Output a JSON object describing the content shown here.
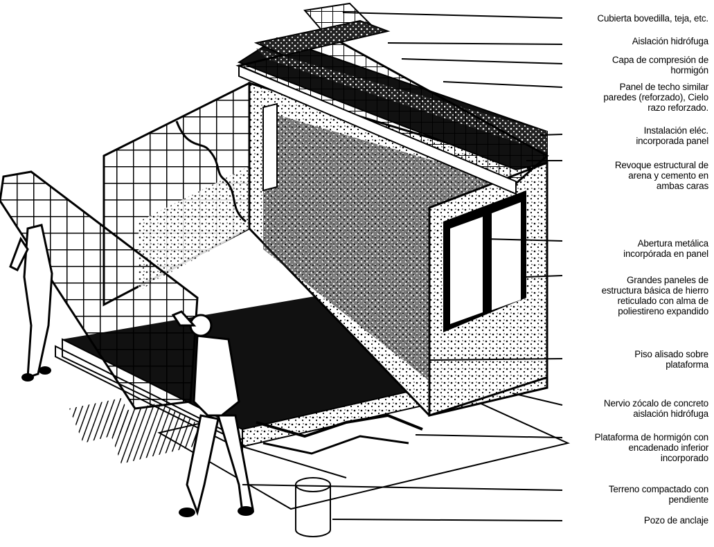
{
  "labels": [
    "Cubierta bovedilla, teja, etc.",
    "Aislación hidrófuga",
    "Capa de compresión de\nhormigón",
    "Panel de techo similar\nparedes (reforzado), Cielo\nrazo reforzado.",
    "Instalación eléc.\nincorporada panel",
    "Revoque estructural de\narena y cemento en\nambas caras",
    "Abertura metálica\nincorpórada en panel",
    "Grandes paneles de\nestructura básica de hierro\nreticulado con alma de\npoliestireno expandido",
    "Piso alisado sobre\nplataforma",
    "Nervio zócalo de concreto\naislación hidrófuga",
    "Plataforma de hormigón con\nencadenado inferior\nincorporado",
    "Terreno compactado con\npendiente",
    "Pozo de anclaje"
  ],
  "colors": {
    "ink": "#000000",
    "paper": "#ffffff"
  },
  "icons": [
    "person-worker-icon",
    "wire-mesh-panel-icon",
    "anchor-well-icon"
  ]
}
